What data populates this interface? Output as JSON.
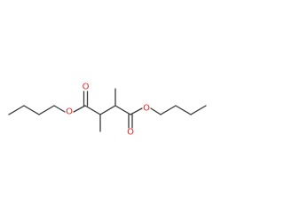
{
  "molecule": {
    "atoms": {
      "O1": {
        "element": "O",
        "color": "#e8231d"
      },
      "O2": {
        "element": "O",
        "color": "#e8231d"
      },
      "O3": {
        "element": "O",
        "color": "#e8231d"
      },
      "O4": {
        "element": "O",
        "color": "#e8231d"
      }
    },
    "bond_color": "#3a3a3a"
  }
}
